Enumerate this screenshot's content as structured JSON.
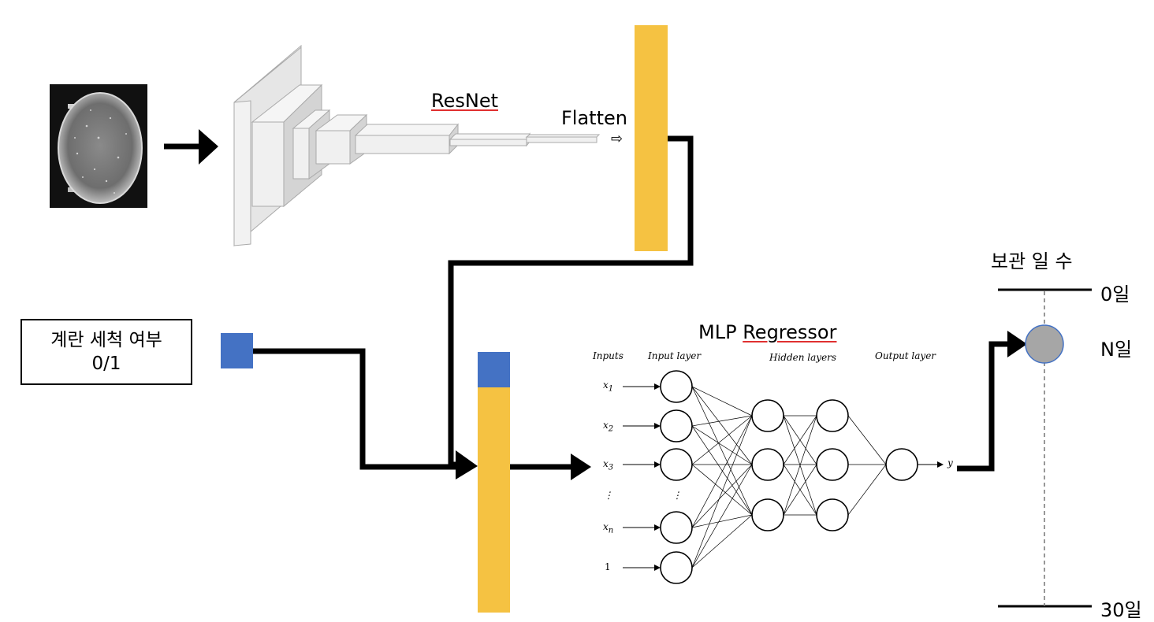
{
  "labels": {
    "resnet": "ResNet",
    "flatten": "Flatten",
    "mlp_title_a": "MLP",
    "mlp_title_b": "Regressor",
    "wash_line1": "계란 세척 여부",
    "wash_line2": "0/1",
    "storage_title": "보관 일 수",
    "scale_top": "0일",
    "scale_mid": "N일",
    "scale_bottom": "30일"
  },
  "mlp": {
    "col_inputs": "Inputs",
    "col_input_layer": "Input layer",
    "col_hidden": "Hidden layers",
    "col_output": "Output layer",
    "x1": "x",
    "x1_sub": "1",
    "x2": "x",
    "x2_sub": "2",
    "x3": "x",
    "x3_sub": "3",
    "xn": "x",
    "xn_sub": "n",
    "bias": "1",
    "dots": "⋮",
    "output_var": "y"
  },
  "colors": {
    "feature_bar": "#f5c242",
    "wash_feature": "#4472c4",
    "arrow": "#000000",
    "node_fill": "#a6a6a6",
    "node_stroke": "#4472c4"
  }
}
